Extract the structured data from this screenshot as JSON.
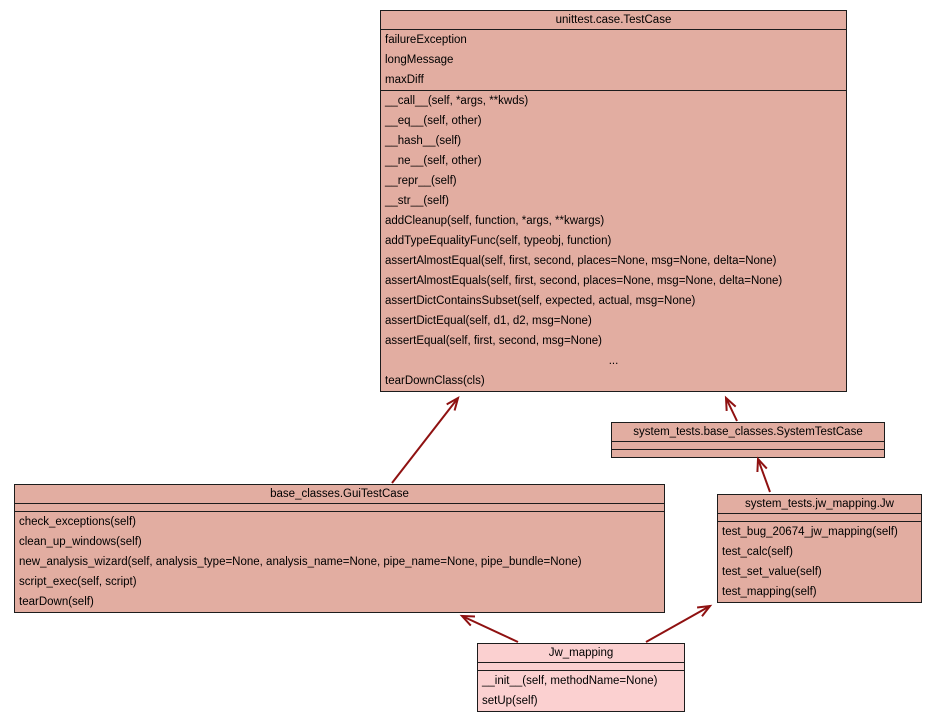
{
  "diagram": {
    "type": "uml-class-inheritance",
    "colors": {
      "box_fill": "#e2ada1",
      "highlight_box_fill": "#fbd0d0",
      "box_border": "#1c1c1c",
      "arrow": "#8f1111",
      "background": "#ffffff"
    },
    "relationships": [
      {
        "from": "base_classes.GuiTestCase",
        "to": "unittest.case.TestCase",
        "type": "inherits"
      },
      {
        "from": "system_tests.base_classes.SystemTestCase",
        "to": "unittest.case.TestCase",
        "type": "inherits"
      },
      {
        "from": "system_tests.jw_mapping.Jw",
        "to": "system_tests.base_classes.SystemTestCase",
        "type": "inherits"
      },
      {
        "from": "Jw_mapping",
        "to": "base_classes.GuiTestCase",
        "type": "inherits"
      },
      {
        "from": "Jw_mapping",
        "to": "system_tests.jw_mapping.Jw",
        "type": "inherits"
      }
    ]
  },
  "classes": [
    {
      "title": "unittest.case.TestCase",
      "attributes": [
        "failureException",
        "longMessage",
        "maxDiff"
      ],
      "methods": [
        "__call__(self, *args, **kwds)",
        "__eq__(self, other)",
        "__hash__(self)",
        "__ne__(self, other)",
        "__repr__(self)",
        "__str__(self)",
        "addCleanup(self, function, *args, **kwargs)",
        "addTypeEqualityFunc(self, typeobj, function)",
        "assertAlmostEqual(self, first, second, places=None, msg=None, delta=None)",
        "assertAlmostEquals(self, first, second, places=None, msg=None, delta=None)",
        "assertDictContainsSubset(self, expected, actual, msg=None)",
        "assertDictEqual(self, d1, d2, msg=None)",
        "assertEqual(self, first, second, msg=None)",
        "...",
        "tearDownClass(cls)"
      ]
    },
    {
      "title": "system_tests.base_classes.SystemTestCase",
      "attributes": [],
      "methods": []
    },
    {
      "title": "base_classes.GuiTestCase",
      "attributes": [],
      "methods": [
        "check_exceptions(self)",
        "clean_up_windows(self)",
        "new_analysis_wizard(self, analysis_type=None, analysis_name=None, pipe_name=None, pipe_bundle=None)",
        "script_exec(self, script)",
        "tearDown(self)"
      ]
    },
    {
      "title": "system_tests.jw_mapping.Jw",
      "attributes": [],
      "methods": [
        "test_bug_20674_jw_mapping(self)",
        "test_calc(self)",
        "test_set_value(self)",
        "test_mapping(self)"
      ]
    },
    {
      "title": "Jw_mapping",
      "attributes": [],
      "methods": [
        "__init__(self, methodName=None)",
        "setUp(self)"
      ]
    }
  ]
}
